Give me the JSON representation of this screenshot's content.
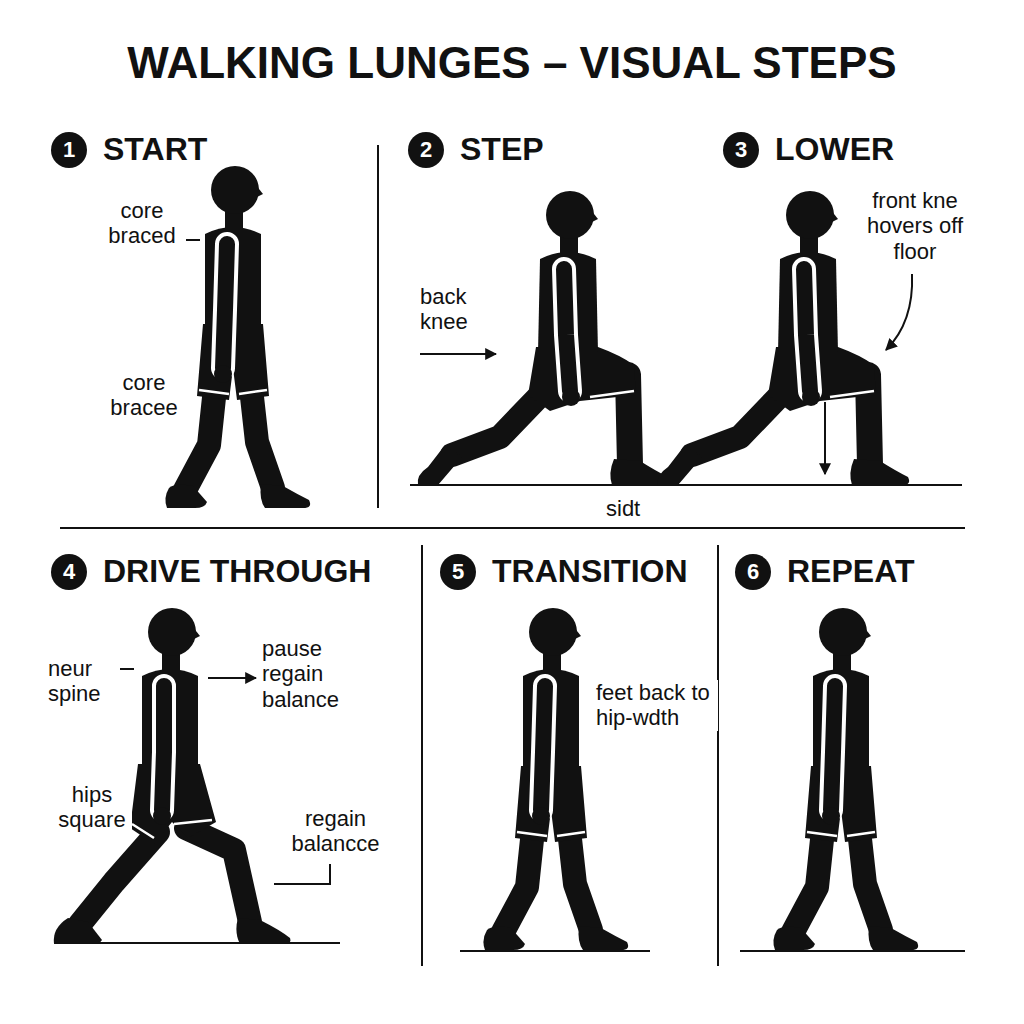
{
  "diagram": {
    "title": "WALKING LUNGES – VISUAL STEPS",
    "nodes": [
      {
        "text": [
          "1",
          "START"
        ]
      },
      {
        "text": [
          "2",
          "STEP"
        ]
      },
      {
        "text": [
          "3",
          "LOWER"
        ]
      },
      {
        "text": [
          "4",
          "DRIVE THROUGH"
        ]
      },
      {
        "text": [
          "5",
          "TRANSITION"
        ]
      },
      {
        "text": [
          "6",
          "REPEAT"
        ]
      }
    ],
    "labels": [
      "core braced",
      "core bracee",
      "back knee",
      "sidt",
      "front kne hovers off floor",
      "neur spine",
      "pause regain balance",
      "hips square",
      "regain balancce",
      "feet back to hip-wdth"
    ]
  }
}
